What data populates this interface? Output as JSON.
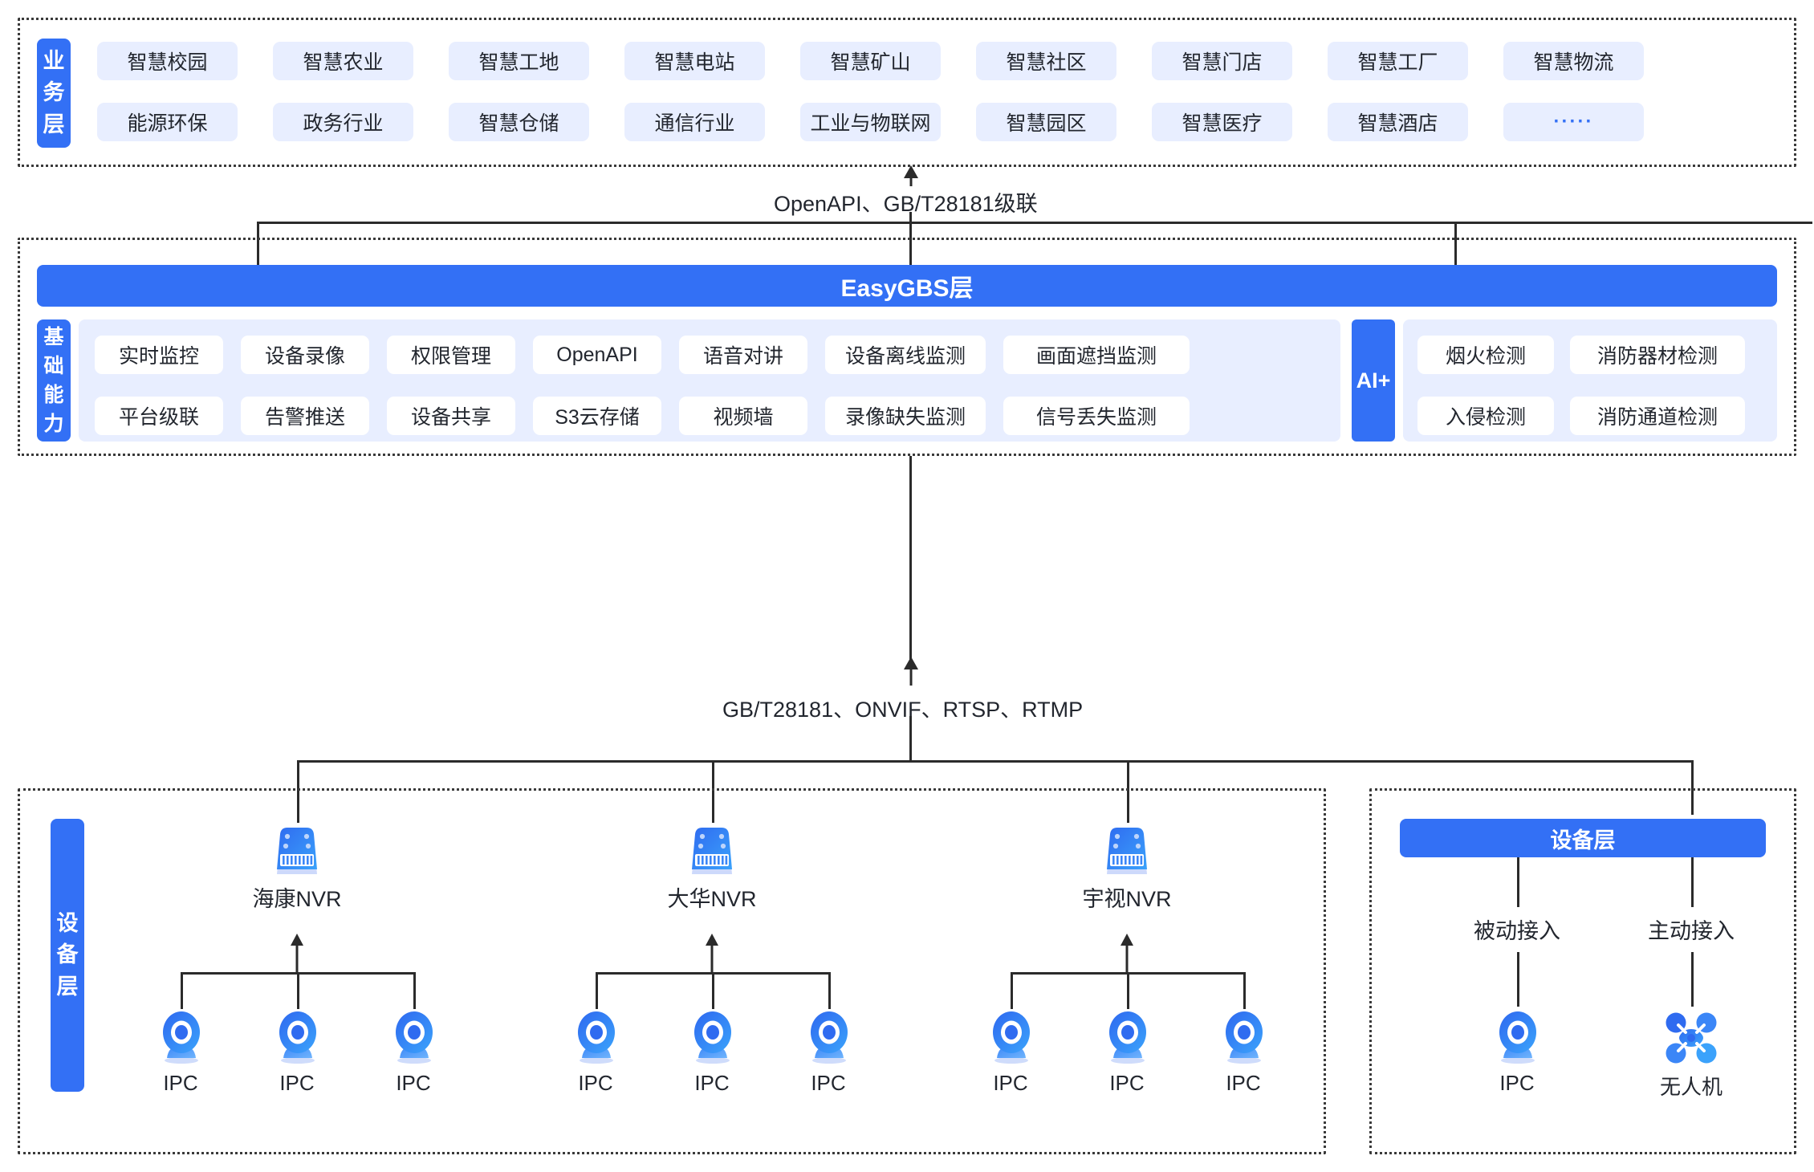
{
  "layers": {
    "business": {
      "label": "业务层",
      "row1": [
        "智慧校园",
        "智慧农业",
        "智慧工地",
        "智慧电站",
        "智慧矿山",
        "智慧社区",
        "智慧门店",
        "智慧工厂",
        "智慧物流"
      ],
      "row2": [
        "能源环保",
        "政务行业",
        "智慧仓储",
        "通信行业",
        "工业与物联网",
        "智慧园区",
        "智慧医疗",
        "智慧酒店",
        "·····"
      ]
    },
    "platform": {
      "title": "EasyGBS层",
      "capability_label": "基础能力",
      "capabilities_row1": [
        "实时监控",
        "设备录像",
        "权限管理",
        "OpenAPI",
        "语音对讲",
        "设备离线监测",
        "画面遮挡监测"
      ],
      "capabilities_row2": [
        "平台级联",
        "告警推送",
        "设备共享",
        "S3云存储",
        "视频墙",
        "录像缺失监测",
        "信号丢失监测"
      ],
      "ai_label": "AI+",
      "ai_row1": [
        "烟火检测",
        "消防器材检测"
      ],
      "ai_row2": [
        "入侵检测",
        "消防通道检测"
      ]
    },
    "device_left": {
      "label": "设备层",
      "nvrs": [
        {
          "name": "海康NVR",
          "children": [
            "IPC",
            "IPC",
            "IPC"
          ]
        },
        {
          "name": "大华NVR",
          "children": [
            "IPC",
            "IPC",
            "IPC"
          ]
        },
        {
          "name": "宇视NVR",
          "children": [
            "IPC",
            "IPC",
            "IPC"
          ]
        }
      ]
    },
    "device_right": {
      "title": "设备层",
      "nodes": [
        {
          "mode": "被动接入",
          "device": "IPC",
          "icon": "camera-icon"
        },
        {
          "mode": "主动接入",
          "device": "无人机",
          "icon": "drone-icon"
        }
      ]
    }
  },
  "connectors": {
    "business_to_platform": "OpenAPI、GB/T28181级联",
    "device_to_platform": "GB/T28181、ONVIF、RTSP、RTMP"
  },
  "colors": {
    "brand_blue": "#3370f5",
    "chip_blue": "#e8eeff",
    "line": "#2b2b2b",
    "text": "#22262e"
  }
}
